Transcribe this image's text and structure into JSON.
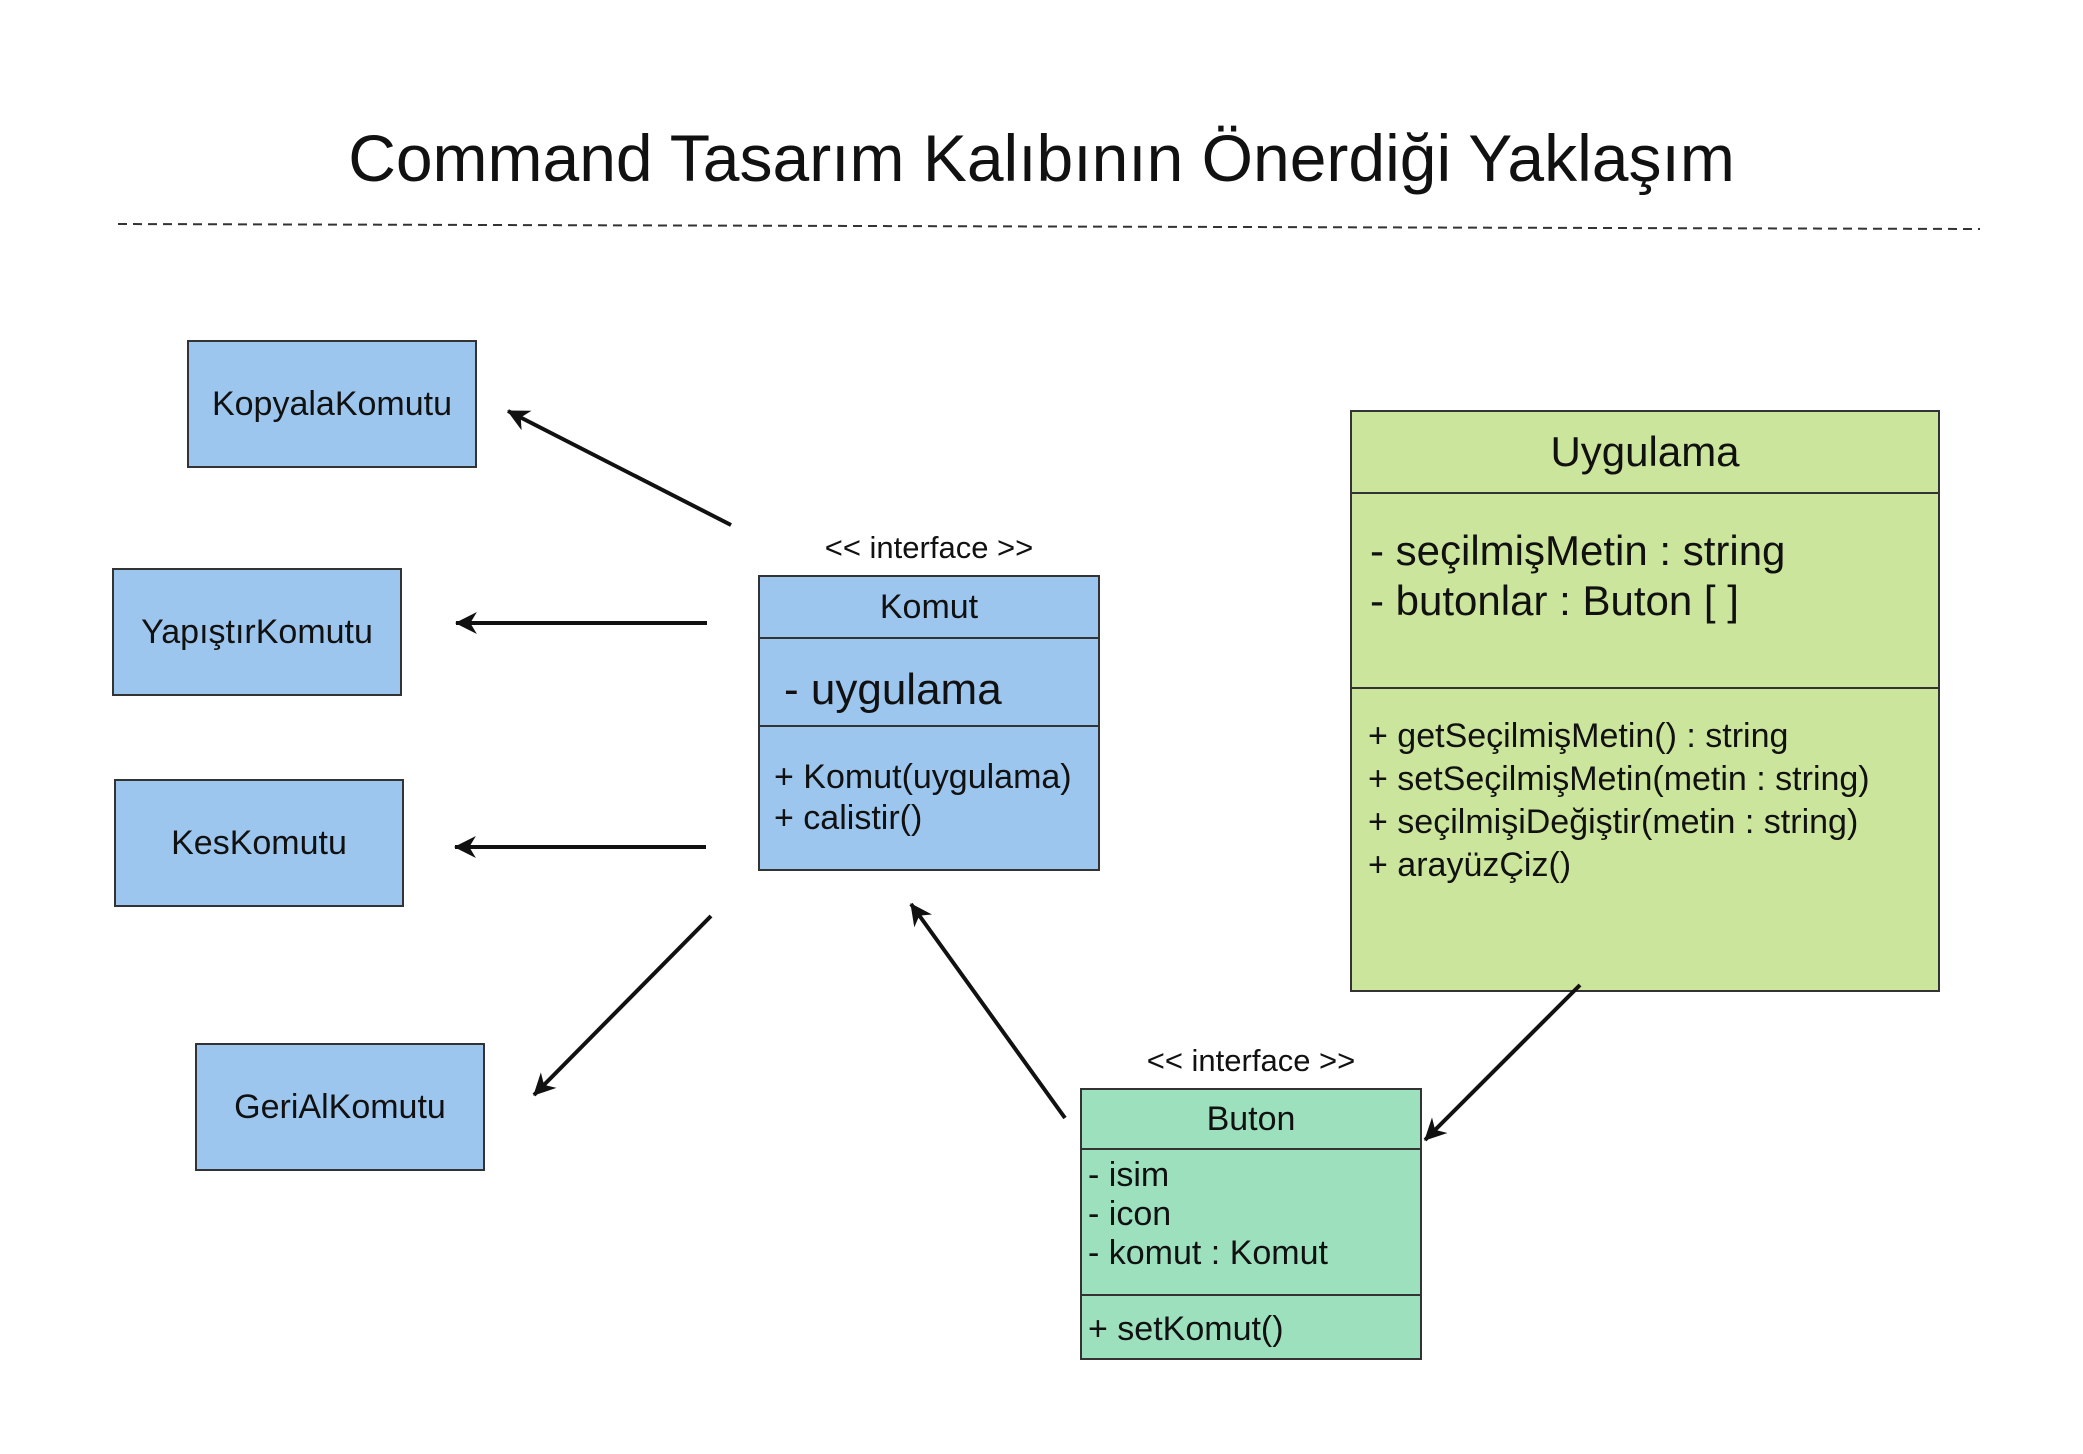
{
  "title": "Command Tasarım Kalıbının Önerdiği Yaklaşım",
  "colors": {
    "command_blue": "#9dc6ee",
    "button_green": "#9de0bd",
    "app_lime": "#cce59c",
    "border": "#333333"
  },
  "commands": {
    "kopyala": "KopyalaKomutu",
    "yapistir": "YapıştırKomutu",
    "kes": "KesKomutu",
    "gerial": "GeriAlKomutu"
  },
  "komut": {
    "stereotype": "<< interface >>",
    "name": "Komut",
    "attributes": [
      "- uygulama"
    ],
    "methods": [
      "+ Komut(uygulama)",
      "+ calistir()"
    ]
  },
  "buton": {
    "stereotype": "<< interface >>",
    "name": "Buton",
    "attributes": [
      "- isim",
      "- icon",
      "- komut : Komut"
    ],
    "methods": [
      "+ setKomut()"
    ]
  },
  "uygulama": {
    "name": "Uygulama",
    "attributes": [
      "- seçilmişMetin : string",
      "- butonlar : Buton [ ]"
    ],
    "methods": [
      "+ getSeçilmişMetin() : string",
      "+ setSeçilmişMetin(metin : string)",
      "+ seçilmişiDeğiştir(metin : string)",
      "+ arayüzÇiz()"
    ]
  }
}
